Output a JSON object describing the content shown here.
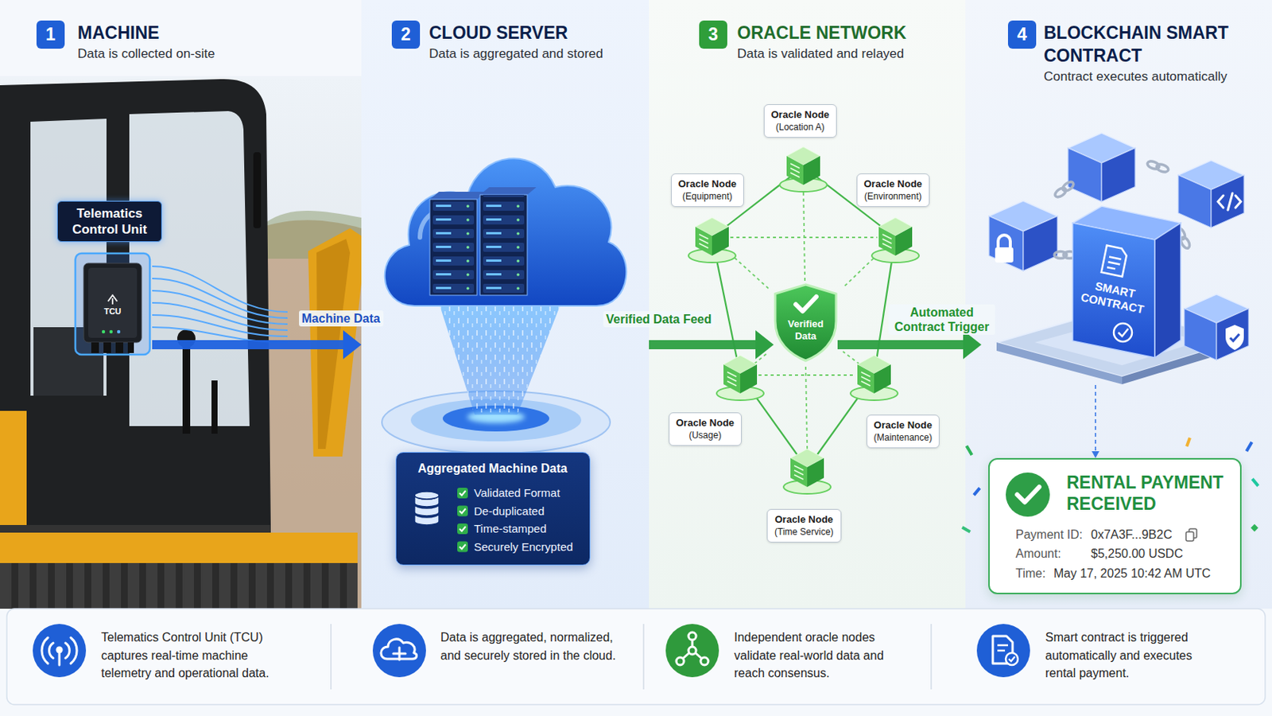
{
  "diagram": {
    "nodes": [
      {
        "text": [
          "MACHINE",
          "Data is collected on-site"
        ]
      },
      {
        "text": [
          "1"
        ],
        "in": 0
      },
      {
        "text": [
          "Telematics Control Unit"
        ],
        "in": 0
      },
      {
        "text": [
          "TCU"
        ],
        "in": 0
      },
      {
        "text": [
          "CLOUD SERVER",
          "Data is aggregated and stored"
        ]
      },
      {
        "text": [
          "2"
        ],
        "in": 4
      },
      {
        "text": [
          "Aggregated Machine Data",
          "Validated Format",
          "De-duplicated",
          "Time-stamped",
          "Securely Encrypted"
        ],
        "in": 4
      },
      {
        "text": [
          "ORACLE NETWORK",
          "Data is validated and relayed"
        ]
      },
      {
        "text": [
          "3"
        ],
        "in": 7
      },
      {
        "text": [
          "Oracle Node",
          "(Location A)"
        ],
        "in": 7
      },
      {
        "text": [
          "Oracle Node",
          "(Equipment)"
        ],
        "in": 7
      },
      {
        "text": [
          "Oracle Node",
          "(Environment)"
        ],
        "in": 7
      },
      {
        "text": [
          "Verified Data"
        ],
        "in": 7
      },
      {
        "text": [
          "Oracle Node",
          "(Usage)"
        ],
        "in": 7
      },
      {
        "text": [
          "Oracle Node",
          "(Maintenance)"
        ],
        "in": 7
      },
      {
        "text": [
          "Oracle Node",
          "(Time Service)"
        ],
        "in": 7
      },
      {
        "text": [
          "BLOCKCHAIN SMART CONTRACT",
          "Contract executes automatically"
        ]
      },
      {
        "text": [
          "4"
        ],
        "in": 16
      },
      {
        "text": [
          "SMART CONTRACT"
        ],
        "in": 16
      },
      {
        "text": [
          "RENTAL PAYMENT RECEIVED",
          "Payment ID:",
          "0x7A3F...9B2C",
          "Amount:",
          "$5,250.00 USDC",
          "Time:",
          "May 17, 2025 10:42 AM UTC"
        ],
        "in": 16
      },
      {
        "text": [
          "Telematics Control Unit (TCU) captures real-time machine telemetry and operational data.",
          "Data is aggregated, normalized, and securely stored in the cloud.",
          "Independent oracle nodes validate real-world data and reach consensus.",
          "Smart contract is triggered automatically and executes rental payment."
        ]
      }
    ],
    "edges": [
      {
        "from": 3,
        "to": 4,
        "label": "Machine Data",
        "arrow": "to"
      },
      {
        "from": 4,
        "to": 12,
        "label": "Verified Data Feed",
        "arrow": "to"
      },
      {
        "from": 12,
        "to": 18,
        "label": "Automated Contract Trigger",
        "arrow": "to"
      },
      {
        "from": 18,
        "to": 19,
        "arrow": "to"
      }
    ]
  }
}
